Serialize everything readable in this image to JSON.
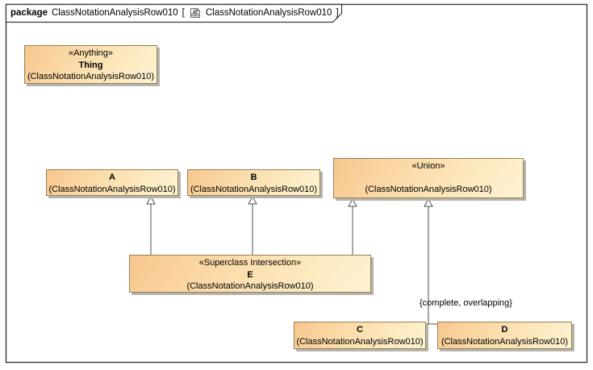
{
  "frame": {
    "kind": "package",
    "title": "ClassNotationAnalysisRow010",
    "open_bracket": "[",
    "diagram_name": "ClassNotationAnalysisRow010",
    "close_bracket": "]",
    "icon": "package-diagram-icon"
  },
  "classes": [
    {
      "id": "thing",
      "stereotype": "«Anything»",
      "name": "Thing",
      "qualifier": "(ClassNotationAnalysisRow010)"
    },
    {
      "id": "a",
      "stereotype": "",
      "name": "A",
      "qualifier": "(ClassNotationAnalysisRow010)"
    },
    {
      "id": "b",
      "stereotype": "",
      "name": "B",
      "qualifier": "(ClassNotationAnalysisRow010)"
    },
    {
      "id": "union",
      "stereotype": "«Union»",
      "name": "",
      "qualifier": "(ClassNotationAnalysisRow010)"
    },
    {
      "id": "e",
      "stereotype": "«Superclass Intersection»",
      "name": "E",
      "qualifier": "(ClassNotationAnalysisRow010)"
    },
    {
      "id": "c",
      "stereotype": "",
      "name": "C",
      "qualifier": "(ClassNotationAnalysisRow010)"
    },
    {
      "id": "d",
      "stereotype": "",
      "name": "D",
      "qualifier": "(ClassNotationAnalysisRow010)"
    }
  ],
  "edges": {
    "generalizations": [
      {
        "from": "E",
        "to": "A"
      },
      {
        "from": "E",
        "to": "B"
      },
      {
        "from": "E",
        "to": "«Union»"
      },
      {
        "from": "C",
        "to": "«Union»"
      },
      {
        "from": "D",
        "to": "«Union»"
      }
    ],
    "constraint_label": "{complete, overlapping}"
  },
  "colors": {
    "box_fill_start": "#f8c68e",
    "box_fill_end": "#fdf4d3",
    "box_border": "#9a8055",
    "box_shadow": "#b4b4ac",
    "frame_border": "#3a3a3a",
    "edge_line": "#4f4f4f",
    "background": "#ffffff"
  }
}
